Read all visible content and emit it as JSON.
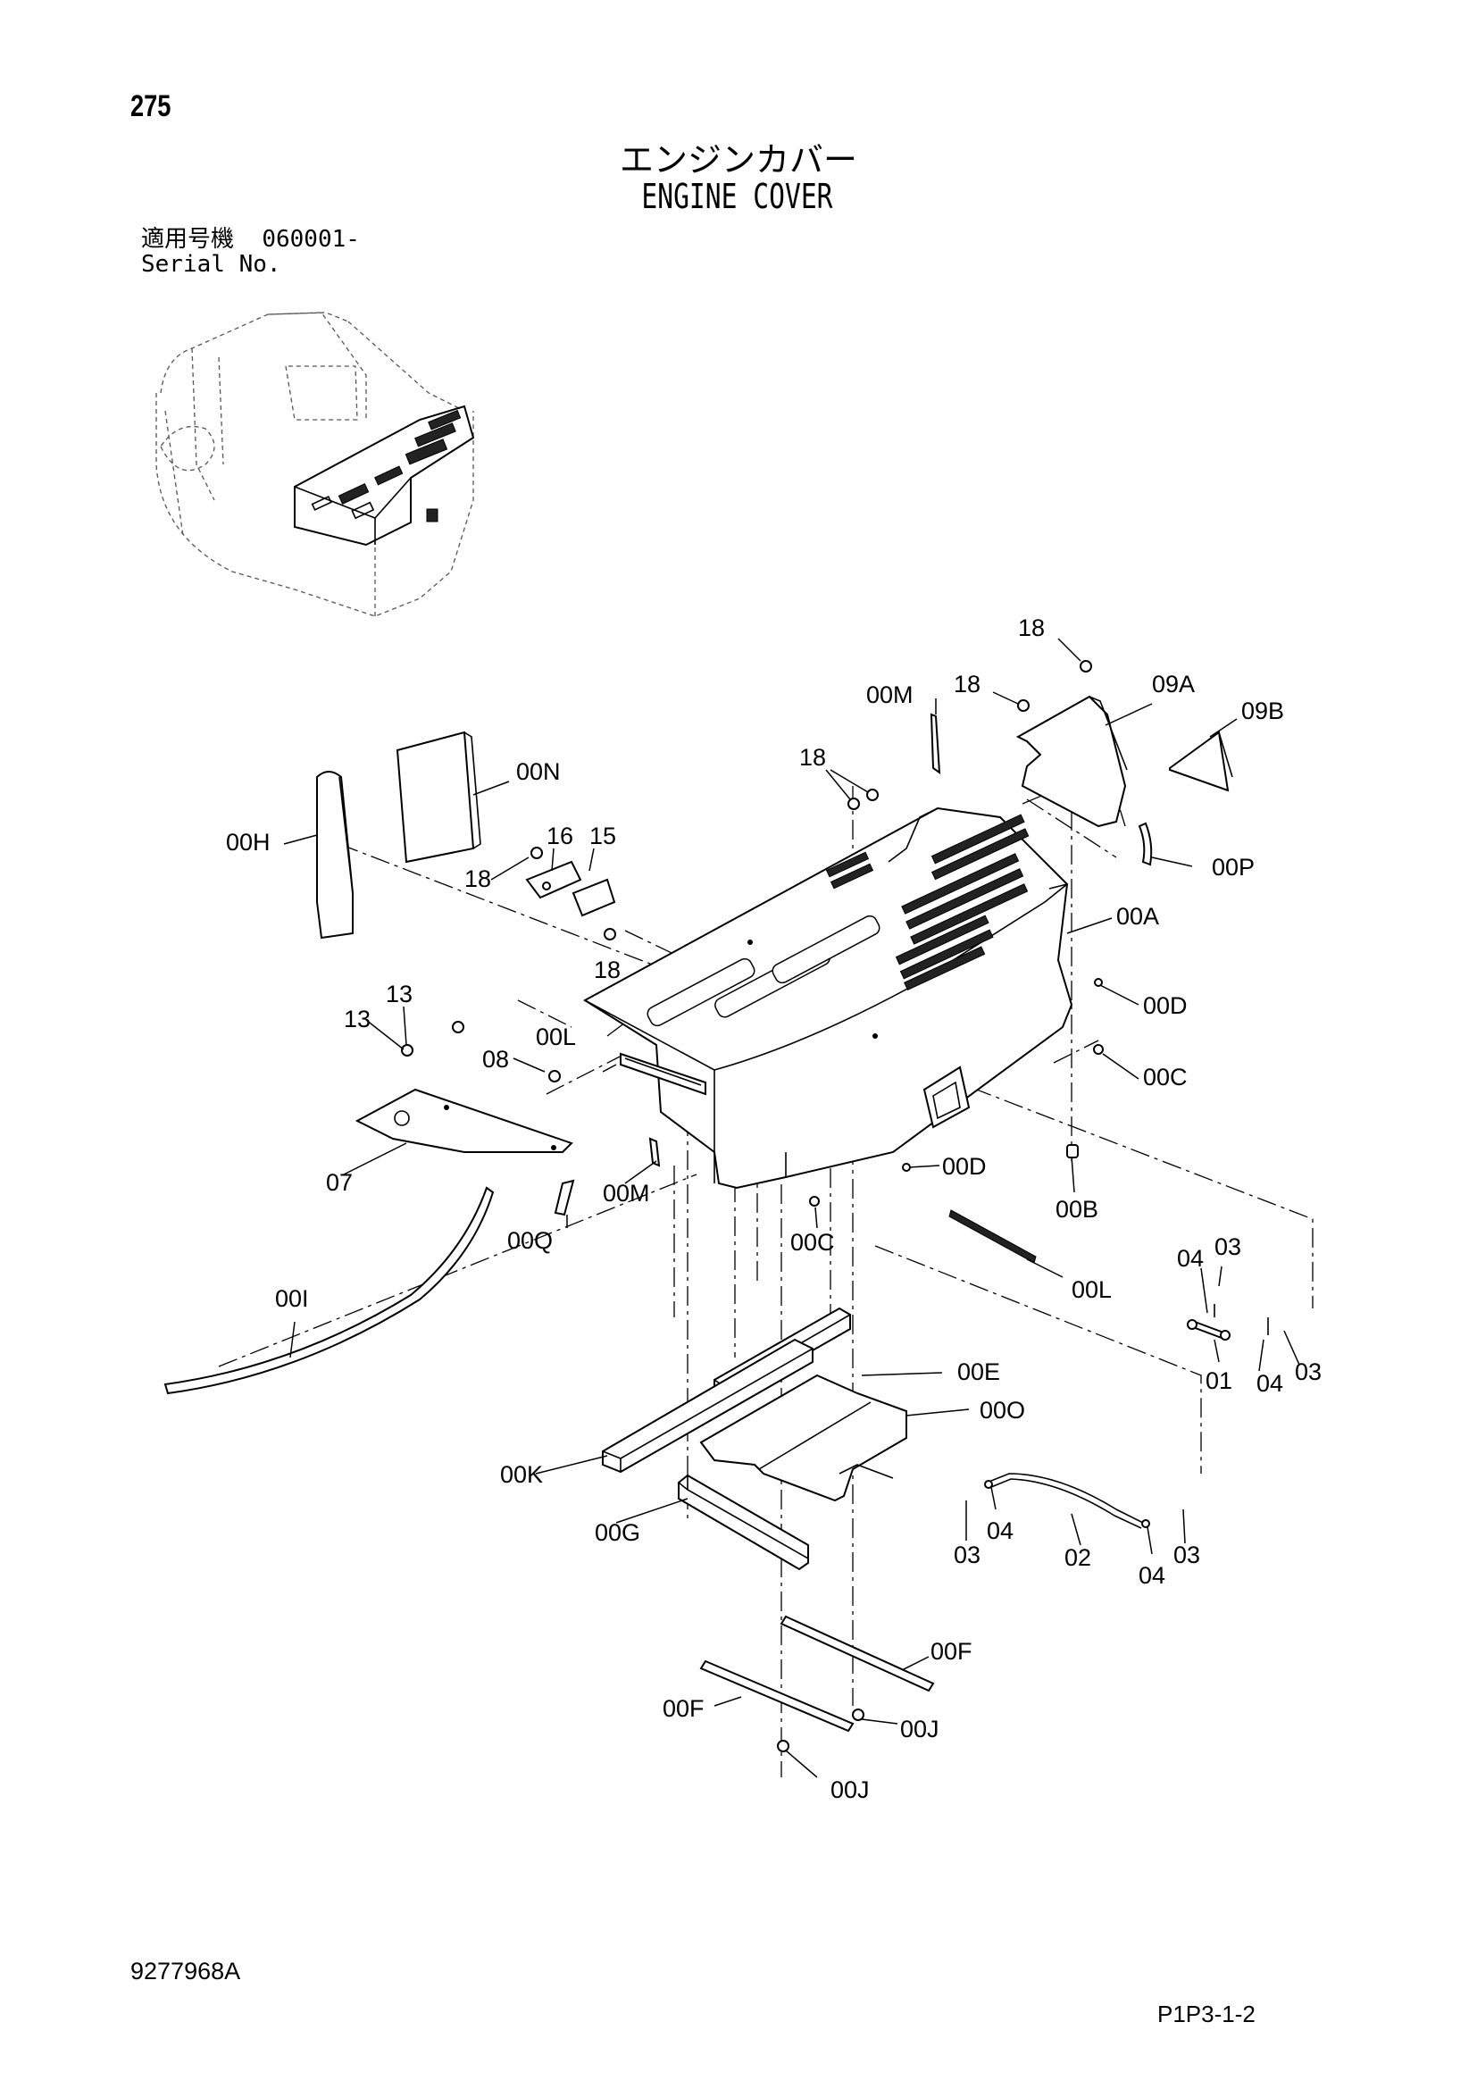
{
  "page_number": "275",
  "title_jp": "エンジンカバー",
  "title_en": "ENGINE COVER",
  "serial": {
    "label_jp": "適用号機",
    "value": "060001-",
    "label_en": "Serial No."
  },
  "doc_number": "9277968A",
  "page_ref": "P1P3-1-2",
  "callouts": {
    "c18a": "18",
    "c18b": "18",
    "c18c": "18",
    "c18d": "18",
    "c18e": "18",
    "c00M_top": "00M",
    "c09A": "09A",
    "c09B": "09B",
    "c00N": "00N",
    "c00H": "00H",
    "c16": "16",
    "c15": "15",
    "c00P": "00P",
    "c00A": "00A",
    "c13a": "13",
    "c13b": "13",
    "c00L_top": "00L",
    "c08": "08",
    "c00D_right": "00D",
    "c00C_right": "00C",
    "c07": "07",
    "c00M_bottom": "00M",
    "c00D_mid": "00D",
    "c00Q": "00Q",
    "c00C_mid": "00C",
    "c00B": "00B",
    "c00L_bottom": "00L",
    "c00I": "00I",
    "c04a": "04",
    "c03a": "03",
    "c01": "01",
    "c04b": "04",
    "c03b": "03",
    "c00E": "00E",
    "c00O": "00O",
    "c00K": "00K",
    "c00G": "00G",
    "c03c": "03",
    "c04c": "04",
    "c02": "02",
    "c04d": "04",
    "c03d": "03",
    "c00F_right": "00F",
    "c00F_left": "00F",
    "c00J_right": "00J",
    "c00J_bottom": "00J"
  }
}
